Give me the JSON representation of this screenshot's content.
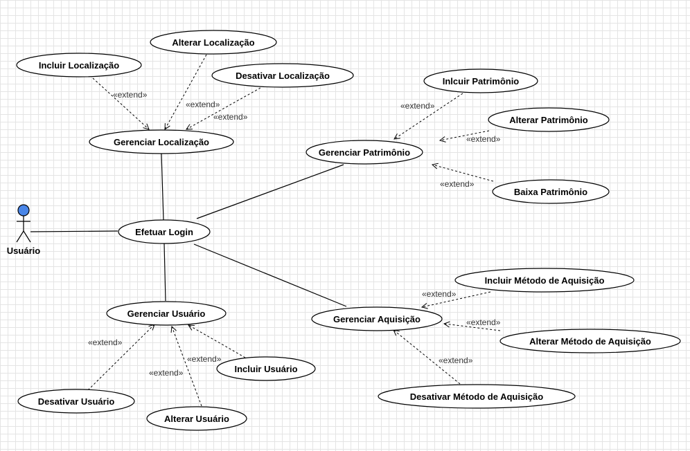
{
  "actor": {
    "label": "Usuário",
    "head_color": "#4a86e8"
  },
  "use_cases": {
    "efetuar_login": "Efetuar Login",
    "gerenciar_localizacao": "Gerenciar Localização",
    "incluir_localizacao": "Incluir Localização",
    "alterar_localizacao": "Alterar Localização",
    "desativar_localizacao": "Desativar Localização",
    "gerenciar_patrimonio": "Gerenciar Patrimônio",
    "incluir_patrimonio": "Inlcuir Patrimônio",
    "alterar_patrimonio": "Alterar Patrimônio",
    "baixa_patrimonio": "Baixa Patrimônio",
    "gerenciar_aquisicao": "Gerenciar Aquisição",
    "incluir_metodo": "Incluir Método de Aquisição",
    "alterar_metodo": "Alterar Método de Aquisição",
    "desativar_metodo": "Desativar Método de Aquisição",
    "gerenciar_usuario": "Gerenciar Usuário",
    "incluir_usuario": "Incluir Usuário",
    "alterar_usuario": "Alterar Usuário",
    "desativar_usuario": "Desativar Usuário"
  },
  "stereotype": "«extend»"
}
